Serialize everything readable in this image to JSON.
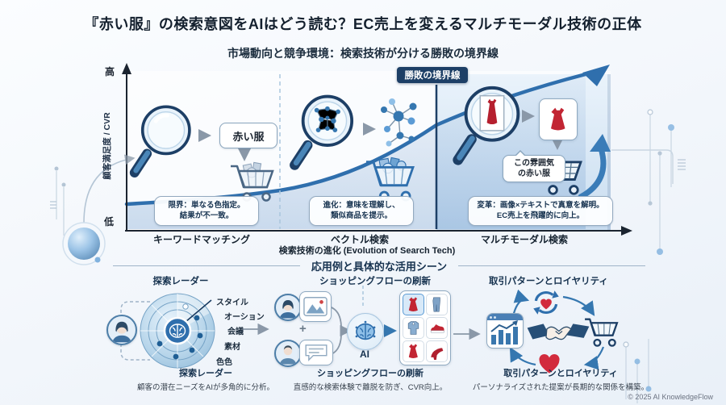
{
  "title": "『赤い服』の検索意図をAIはどう読む？EC売上を変えるマルチモーダル技術の正体",
  "chart": {
    "subtitle": "市場動向と競争環境：検索技術が分ける勝敗の境界線",
    "badge": "勝敗の境界線",
    "y_high": "高",
    "y_low": "低",
    "y_label": "顧客満足度 / CVR",
    "x_label": "検索技術の進化 (Evolution of Search Tech)",
    "stage1": {
      "name": "キーワードマッチング",
      "query": "赤い服",
      "note1": "限界：単なる色指定。",
      "note2": "結果が不一致。"
    },
    "stage2": {
      "name": "ベクトル検索",
      "note1": "進化：意味を理解し、",
      "note2": "類似商品を提示。"
    },
    "stage3": {
      "name": "マルチモーダル検索",
      "bubble1": "この雰囲気",
      "bubble2": "の赤い服",
      "note1": "変革：画像×テキストで真意を解明。",
      "note2": "EC売上を飛躍的に向上。"
    }
  },
  "applications": {
    "heading": "応用例と具体的な活用シーン",
    "radar": {
      "title": "探索レーダー",
      "labels": [
        "スタイル",
        "オーション",
        "会議",
        "素材",
        "色色"
      ],
      "caption_title": "探索レーダー",
      "caption": "顧客の潜在ニーズをAIが多角的に分析。"
    },
    "flow": {
      "title": "ショッピングフローの刷新",
      "plus": "+",
      "ai_label": "AI",
      "caption_title": "ショッピングフローの刷新",
      "caption": "直感的な検索体験で離脱を防ぎ、CVR向上。"
    },
    "loyalty": {
      "title": "取引パターンとロイヤリティ",
      "caption_title": "取引パターンとロイヤリティ",
      "caption": "パーソナライズされた提案が長期的な関係を構築。"
    }
  },
  "footer": "© 2025 AI KnowledgeFlow",
  "colors": {
    "accent_blue": "#2f6fad",
    "navy": "#1d3f66",
    "red": "#c22533",
    "panel_blue": "#d7e6f4"
  }
}
